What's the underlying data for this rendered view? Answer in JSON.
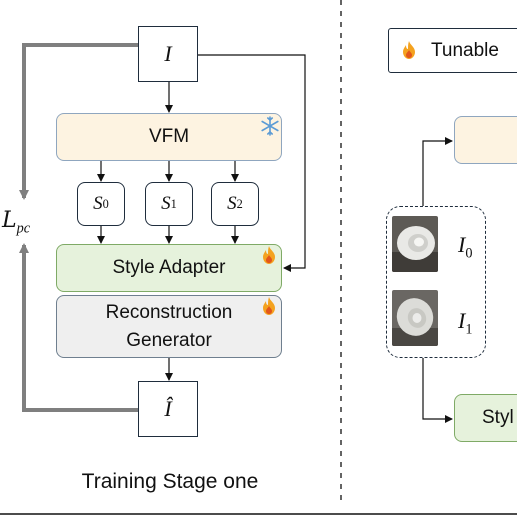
{
  "left_panel": {
    "input_symbol": "I",
    "output_symbol": "Î",
    "vfm_label": "VFM",
    "features": [
      {
        "base": "S",
        "sub": "0"
      },
      {
        "base": "S",
        "sub": "1"
      },
      {
        "base": "S",
        "sub": "2"
      }
    ],
    "adapter_label": "Style Adapter",
    "generator_line1": "Reconstruction",
    "generator_line2": "Generator",
    "loss_base": "L",
    "loss_sub": "pc",
    "caption": "Training Stage one",
    "frozen_icon": "snowflake-icon",
    "tunable_icon": "flame-icon"
  },
  "right_panel": {
    "legend_label": "Tunable",
    "legend_icon": "flame-icon",
    "bottom_box_partial_label": "Styl",
    "images": [
      {
        "base": "I",
        "sub": "0"
      },
      {
        "base": "I",
        "sub": "1"
      }
    ]
  },
  "colors": {
    "vfm_fill": "#fdf3e1",
    "adapter_fill": "#e6f2dc",
    "generator_fill": "#efefef",
    "loss_arrow": "#7f7f7f",
    "flame": "#f4a21f"
  }
}
